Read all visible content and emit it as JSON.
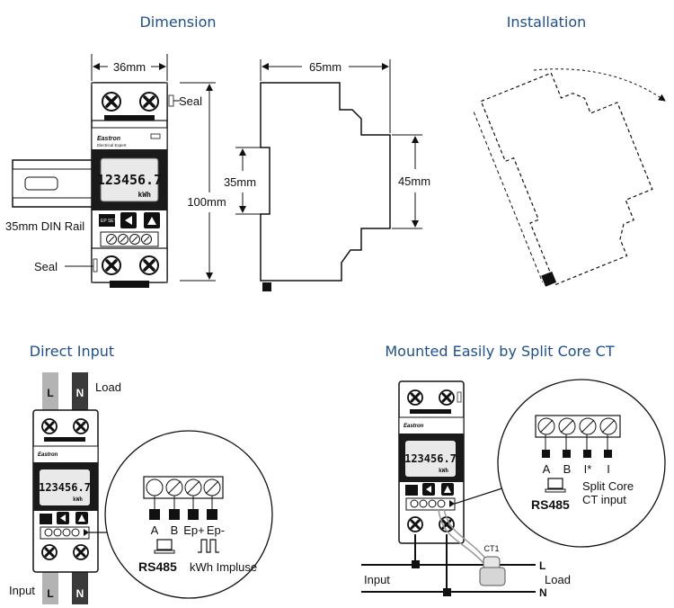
{
  "sections": {
    "dimension": "Dimension",
    "installation": "Installation",
    "direct_input": "Direct Input",
    "split_core": "Mounted Easily by Split Core CT"
  },
  "dimension": {
    "width_label": "36mm",
    "depth_label": "65mm",
    "height_label": "100mm",
    "rail_height_label": "35mm",
    "side_height_label": "45mm",
    "seal_top": "Seal",
    "seal_bottom": "Seal",
    "din_rail": "35mm DIN Rail",
    "lcd_value": "123456.7",
    "lcd_unit": "kWh",
    "ep_set": "EP SET"
  },
  "direct": {
    "L": "L",
    "N": "N",
    "load": "Load",
    "input": "Input",
    "lcd_value": "123456.7",
    "lcd_unit": "kWh",
    "terminals": [
      "A",
      "B",
      "Ep+",
      "Ep-"
    ],
    "rs485": "RS485",
    "kwh_impulse": "kWh Impluse"
  },
  "split": {
    "terminals": [
      "A",
      "B",
      "I*",
      "I"
    ],
    "rs485": "RS485",
    "ct_input_1": "Split Core",
    "ct_input_2": "CT input",
    "ct1": "CT1",
    "input": "Input",
    "load": "Load",
    "L": "L",
    "N": "N",
    "lcd_value": "123456.7",
    "lcd_unit": "kWh"
  },
  "colors": {
    "title": "#1d4f91",
    "dark_wire": "#3a3a3a",
    "light_wire": "#b3b3b3",
    "lcd": "#e9e9e9"
  }
}
